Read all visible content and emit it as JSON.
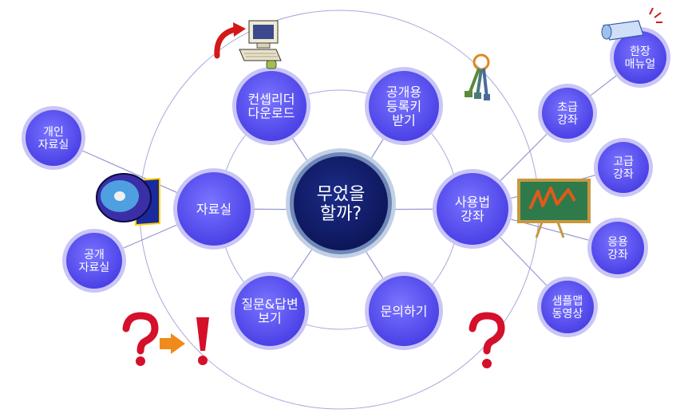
{
  "center": {
    "lines": [
      "무었을",
      "할까?"
    ]
  },
  "ring_nodes": [
    {
      "id": "download",
      "lines": [
        "컨셉리더",
        "다운로드"
      ]
    },
    {
      "id": "register",
      "lines": [
        "공개용",
        "등록키",
        "받기"
      ]
    },
    {
      "id": "tutorial",
      "lines": [
        "사용법",
        "강좌"
      ]
    },
    {
      "id": "contact",
      "lines": [
        "문의하기"
      ]
    },
    {
      "id": "qna",
      "lines": [
        "질문&답변",
        "보기"
      ]
    },
    {
      "id": "library",
      "lines": [
        "자료실"
      ]
    }
  ],
  "outer_nodes": [
    {
      "id": "personal-library",
      "lines": [
        "개인",
        "자료실"
      ]
    },
    {
      "id": "public-library",
      "lines": [
        "공개",
        "자료실"
      ]
    },
    {
      "id": "one-page-manual",
      "lines": [
        "한장",
        "매뉴얼"
      ]
    },
    {
      "id": "beginner-course",
      "lines": [
        "초급",
        "강좌"
      ]
    },
    {
      "id": "advanced-course",
      "lines": [
        "고급",
        "강좌"
      ]
    },
    {
      "id": "applied-course",
      "lines": [
        "응용",
        "강좌"
      ]
    },
    {
      "id": "sample-video",
      "lines": [
        "샘플맵",
        "동영상"
      ]
    }
  ],
  "colors": {
    "center_fill": "#14206a",
    "center_ring": "#6f88b8",
    "node_fill": "#5a54f0",
    "node_glow": "#c9c6f6",
    "line": "#9898d0",
    "question_mark": "#d4102a",
    "arrow": "#f08a1a"
  },
  "icons": [
    "computer-icon",
    "keys-icon",
    "scroll-icon",
    "cd-icon",
    "chalkboard-icon",
    "question-icon",
    "exclamation-icon"
  ]
}
